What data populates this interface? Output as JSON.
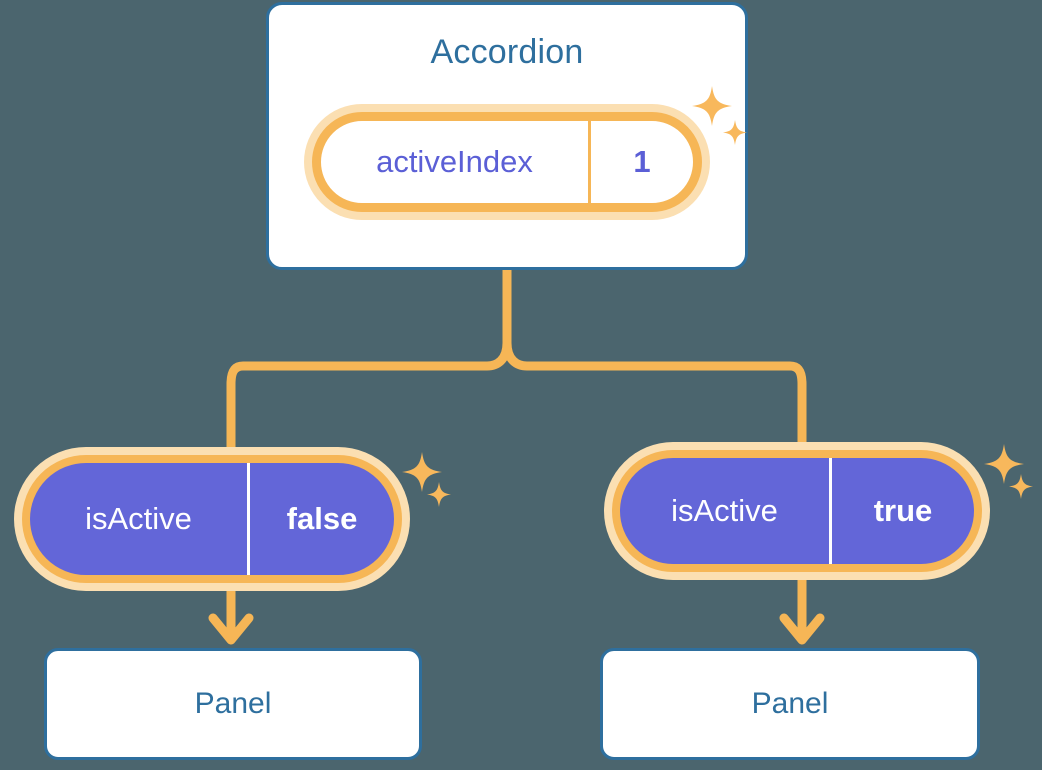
{
  "diagram": {
    "title_node": {
      "label": "Accordion",
      "badge": {
        "key": "activeIndex",
        "value": "1"
      }
    },
    "children": [
      {
        "badge": {
          "key": "isActive",
          "value": "false"
        },
        "panel": {
          "label": "Panel"
        }
      },
      {
        "badge": {
          "key": "isActive",
          "value": "true"
        },
        "panel": {
          "label": "Panel"
        }
      }
    ]
  },
  "colors": {
    "background": "#4b656e",
    "card_border": "#2e6f9e",
    "card_fill": "#ffffff",
    "title_text": "#2e6f9e",
    "badge_ring_outer": "#fbdfb2",
    "badge_ring_inner": "#f6b656",
    "badge_solid_fill": "#6366d8",
    "badge_text_purple": "#5b5fd6",
    "badge_text_white": "#ffffff",
    "connector": "#f6b656",
    "sparkle": "#f8b85c"
  },
  "icons": {
    "sparkle_large": "sparkle-icon",
    "sparkle_small": "sparkle-small-icon",
    "arrow_down": "arrow-down-icon"
  }
}
